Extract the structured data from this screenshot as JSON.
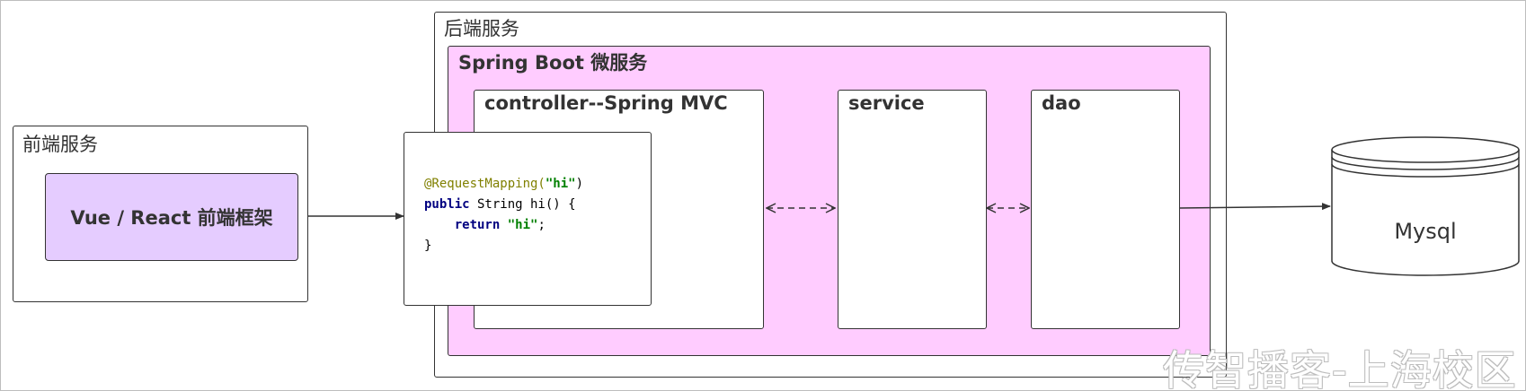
{
  "frontend": {
    "title": "前端服务",
    "framework_label": "Vue /  React 前端框架",
    "framework_color": "#e5ccff"
  },
  "backend": {
    "title": "后端服务",
    "springboot": {
      "title": "Spring Boot 微服务",
      "color": "#ffccff",
      "layers": {
        "controller": "controller--Spring MVC",
        "service": "service",
        "dao": "dao"
      }
    }
  },
  "code": {
    "annotation": "@RequestMapping(",
    "annotation_arg": "\"hi\"",
    "annotation_close": ")",
    "line2_kw": "public",
    "line2_rest": " String hi() {",
    "line3_indent": "    ",
    "line3_kw": "return",
    "line3_sp": " ",
    "line3_str": "\"hi\"",
    "line3_end": ";",
    "line4": "}"
  },
  "database": {
    "label": "Mysql"
  },
  "watermark": "传智播客-上海校区"
}
